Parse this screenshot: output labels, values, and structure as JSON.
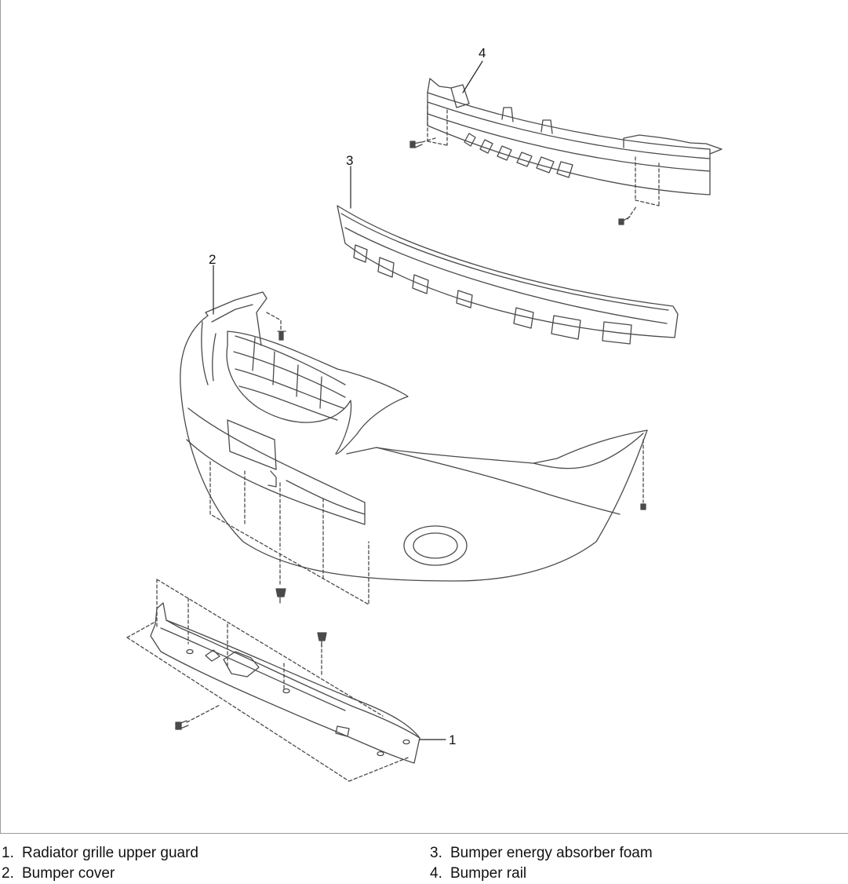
{
  "callouts": {
    "c1": "1",
    "c2": "2",
    "c3": "3",
    "c4": "4"
  },
  "legend": [
    {
      "num": "1.",
      "label": "Radiator grille upper guard"
    },
    {
      "num": "2.",
      "label": "Bumper cover"
    },
    {
      "num": "3.",
      "label": "Bumper energy absorber foam"
    },
    {
      "num": "4.",
      "label": "Bumper rail"
    }
  ],
  "colors": {
    "line": "#4a4a4a",
    "frame": "#9a9a9a"
  }
}
